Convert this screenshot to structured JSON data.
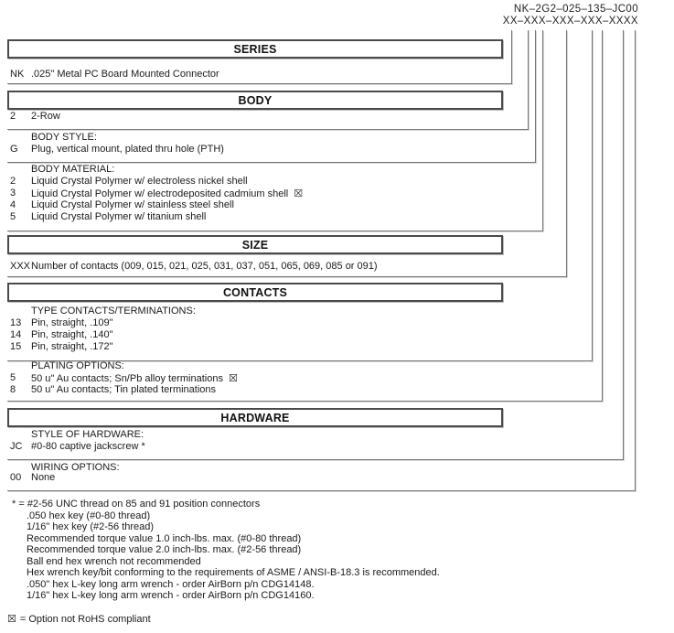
{
  "part_number": {
    "example": "NK–2G2–025–135–JC00",
    "mask": "XX–XXX–XXX–XXX–XXXX"
  },
  "icons": {
    "not_rohs": "☒"
  },
  "colors": {
    "line": "#767676",
    "box_border": "#4a4a4a",
    "text": "#1a1a1a"
  },
  "sections": [
    {
      "title": "SERIES",
      "groups": [
        {
          "items": [
            {
              "code": "NK",
              "desc": ".025\" Metal PC Board Mounted Connector"
            }
          ]
        }
      ]
    },
    {
      "title": "BODY",
      "groups": [
        {
          "items": [
            {
              "code": "2",
              "desc": "2-Row"
            }
          ]
        },
        {
          "label": "BODY STYLE:",
          "items": [
            {
              "code": "G",
              "desc": "Plug, vertical mount, plated thru hole (PTH)"
            }
          ]
        },
        {
          "label": "BODY MATERIAL:",
          "items": [
            {
              "code": "2",
              "desc": "Liquid Crystal Polymer w/ electroless nickel shell"
            },
            {
              "code": "3",
              "desc": "Liquid Crystal Polymer w/ electrodeposited cadmium shell",
              "not_rohs": true
            },
            {
              "code": "4",
              "desc": "Liquid Crystal Polymer w/ stainless steel shell"
            },
            {
              "code": "5",
              "desc": "Liquid Crystal Polymer w/ titanium shell"
            }
          ]
        }
      ]
    },
    {
      "title": "SIZE",
      "groups": [
        {
          "items": [
            {
              "code": "XXX",
              "desc": "Number of contacts (009, 015, 021, 025, 031, 037, 051, 065, 069, 085 or 091)"
            }
          ]
        }
      ]
    },
    {
      "title": "CONTACTS",
      "groups": [
        {
          "label": "TYPE CONTACTS/TERMINATIONS:",
          "items": [
            {
              "code": "13",
              "desc": "Pin, straight, .109\""
            },
            {
              "code": "14",
              "desc": "Pin, straight, .140\""
            },
            {
              "code": "15",
              "desc": "Pin, straight, .172\""
            }
          ]
        },
        {
          "label": "PLATING OPTIONS:",
          "items": [
            {
              "code": "5",
              "desc": "50 u\" Au contacts; Sn/Pb alloy terminations",
              "not_rohs": true
            },
            {
              "code": "8",
              "desc": "50 u\" Au contacts; Tin plated terminations"
            }
          ]
        }
      ]
    },
    {
      "title": "HARDWARE",
      "groups": [
        {
          "label": "STYLE OF HARDWARE:",
          "items": [
            {
              "code": "JC",
              "desc": "#0-80 captive jackscrew *"
            }
          ]
        },
        {
          "label": "WIRING OPTIONS:",
          "items": [
            {
              "code": "00",
              "desc": "None"
            }
          ]
        }
      ]
    }
  ],
  "footnotes": {
    "lead": "* = #2-56 UNC thread on 85 and 91 position connectors",
    "lines": [
      ".050 hex key (#0-80 thread)",
      "1/16\" hex key (#2-56 thread)",
      "Recommended torque value 1.0 inch-lbs. max. (#0-80 thread)",
      "Recommended torque value 2.0 inch-lbs. max. (#2-56 thread)",
      "Ball end hex wrench not recommended",
      "Hex wrench key/bit conforming to the requirements of ASME / ANSI-B-18.3 is recommended.",
      ".050\" hex L-key long arm wrench - order AirBorn p/n CDG14148.",
      "1/16\" hex L-key long arm wrench - order AirBorn p/n CDG14160."
    ]
  },
  "rohs_note": {
    "text": "= Option not RoHS compliant"
  }
}
